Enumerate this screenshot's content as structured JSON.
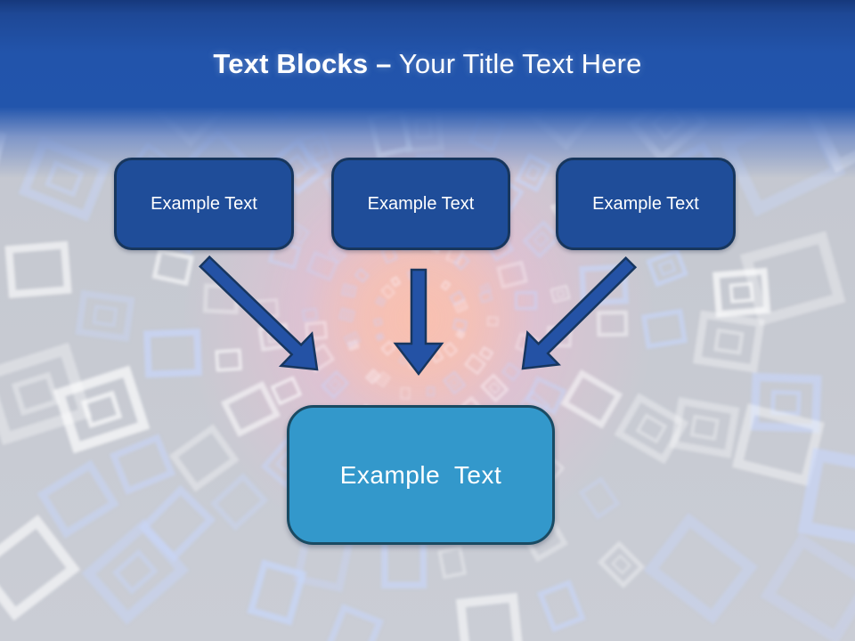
{
  "title": {
    "bold": "Text Blocks –",
    "rest": " Your Title Text Here"
  },
  "blocks": {
    "top": [
      {
        "label": "Example Text"
      },
      {
        "label": "Example Text"
      },
      {
        "label": "Example Text"
      }
    ],
    "bottom": {
      "label": "Example Text"
    }
  },
  "colors": {
    "header_top": "#16387c",
    "header_blue": "#2255ac",
    "box_fill": "#1f4d99",
    "box_border": "#17365d",
    "bottom_fill": "#3398cb",
    "bottom_border": "#1a4a62",
    "arrow_fill": "#2452a5",
    "arrow_stroke": "#17365f",
    "background_gray": "#c6c9d1",
    "glow_core": "#ffc49a",
    "glow_ring": "#f3bbd3",
    "pattern_white": "#ffffff",
    "pattern_blue": "#c7d6fb",
    "text_color": "#ffffff"
  }
}
